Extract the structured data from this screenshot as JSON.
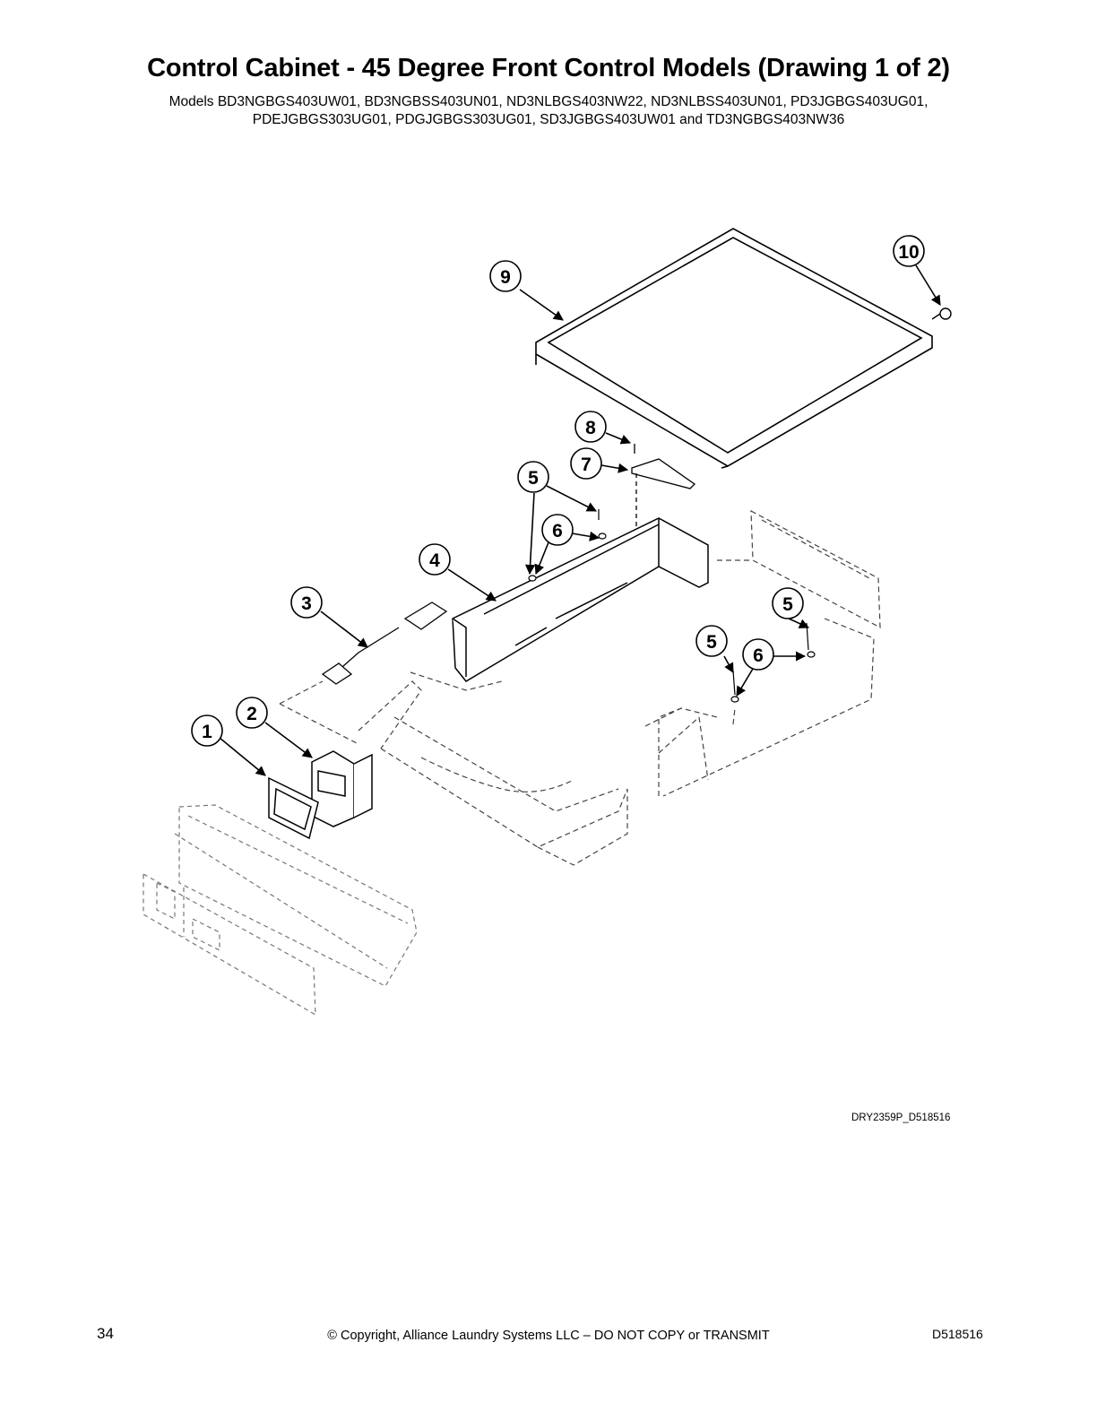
{
  "title": "Control Cabinet - 45 Degree Front Control Models (Drawing 1 of 2)",
  "models": [
    "Models BD3NGBGS403UW01, BD3NGBSS403UN01, ND3NLBGS403NW22, ND3NLBSS403UN01, PD3JGBGS403UG01,",
    "PDEJGBGS303UG01, PDGJGBGS303UG01, SD3JGBGS403UW01 and TD3NGBGS403NW36"
  ],
  "callouts": {
    "c1": "1",
    "c2": "2",
    "c3": "3",
    "c4": "4",
    "c5a": "5",
    "c5b": "5",
    "c5c": "5",
    "c6a": "6",
    "c6b": "6",
    "c7": "7",
    "c8": "8",
    "c9": "9",
    "c10": "10"
  },
  "drawing_id": "DRY2359P_D518516",
  "footer": {
    "page_number": "34",
    "copyright": "© Copyright, Alliance Laundry Systems LLC – DO NOT COPY or TRANSMIT",
    "document_number": "D518516"
  }
}
